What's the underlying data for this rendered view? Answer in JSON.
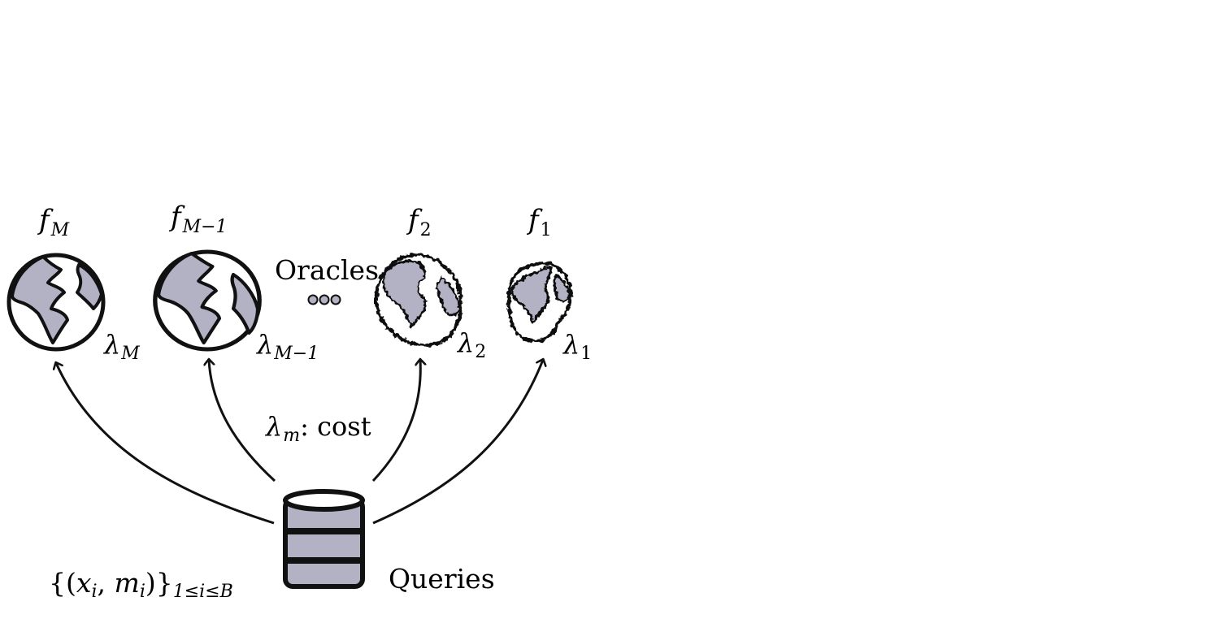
{
  "oracles": {
    "title": "Oracles",
    "dots_icon": "ellipsis-icon",
    "items": [
      {
        "fn": "f",
        "fn_sub": "M",
        "cost": "λ",
        "cost_sub": "M",
        "icon": "globe-icon",
        "fidelity": "high"
      },
      {
        "fn": "f",
        "fn_sub": "M−1",
        "cost": "λ",
        "cost_sub": "M−1",
        "icon": "globe-icon",
        "fidelity": "high"
      },
      {
        "fn": "f",
        "fn_sub": "2",
        "cost": "λ",
        "cost_sub": "2",
        "icon": "rough-globe-icon",
        "fidelity": "low"
      },
      {
        "fn": "f",
        "fn_sub": "1",
        "cost": "λ",
        "cost_sub": "1",
        "icon": "rough-globe-icon",
        "fidelity": "lowest"
      }
    ]
  },
  "cost_legend": {
    "symbol": "λ",
    "symbol_sub": "m",
    "text": ": cost"
  },
  "queries": {
    "label": "Queries",
    "icon": "database-icon",
    "set_open": "{(",
    "x": "x",
    "x_sub": "i",
    "comma": ", ",
    "m": "m",
    "m_sub": "i",
    "set_close": ")}",
    "range": "1≤i≤B"
  },
  "colors": {
    "fill": "#b3b1c4",
    "stroke": "#111111",
    "background": "#ffffff"
  }
}
